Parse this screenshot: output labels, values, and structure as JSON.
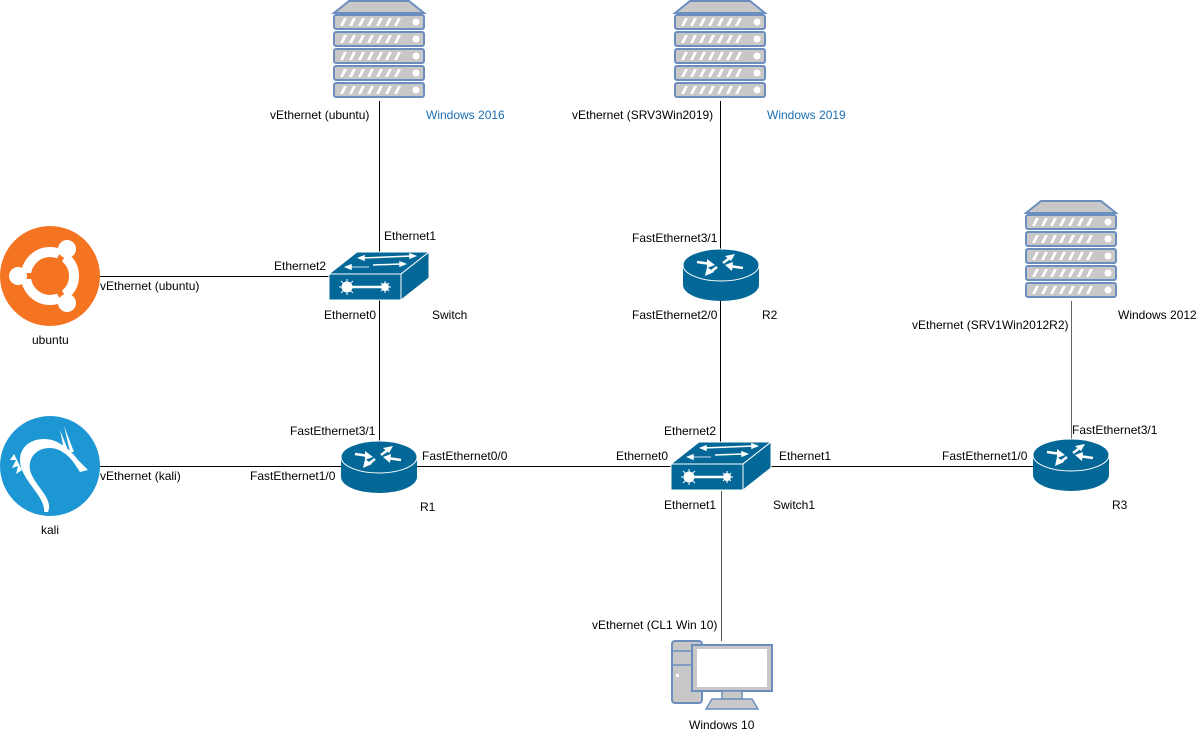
{
  "diagram": {
    "colors": {
      "device_blue": "#036897",
      "server_gray": "#c8c8c8",
      "server_stroke": "#6c8ebf",
      "ubuntu_orange": "#f47421",
      "kali_blue": "#1d96d4",
      "link": "#000000",
      "highlight_label": "#1a6fb5"
    },
    "nodes": {
      "win2016": {
        "name": "Windows 2016",
        "type": "server",
        "icon": "server-icon"
      },
      "win2019": {
        "name": "Windows 2019",
        "type": "server",
        "icon": "server-icon"
      },
      "win2012": {
        "name": "Windows 2012",
        "type": "server",
        "icon": "server-icon"
      },
      "ubuntu": {
        "name": "ubuntu",
        "type": "host",
        "icon": "ubuntu-logo-icon"
      },
      "kali": {
        "name": "kali",
        "type": "host",
        "icon": "kali-dragon-icon"
      },
      "switch": {
        "name": "Switch",
        "type": "switch",
        "icon": "switch-icon"
      },
      "switch1": {
        "name": "Switch1",
        "type": "switch",
        "icon": "switch-icon"
      },
      "r1": {
        "name": "R1",
        "type": "router",
        "icon": "router-icon"
      },
      "r2": {
        "name": "R2",
        "type": "router",
        "icon": "router-icon"
      },
      "r3": {
        "name": "R3",
        "type": "router",
        "icon": "router-icon"
      },
      "win10": {
        "name": "Windows 10",
        "type": "workstation",
        "icon": "pc-icon"
      }
    },
    "links": [
      {
        "from": "win2016",
        "from_port": "vEthernet (ubuntu)",
        "to": "switch",
        "to_port": "Ethernet1"
      },
      {
        "from": "ubuntu",
        "from_port": "vEthernet (ubuntu)",
        "to": "switch",
        "to_port": "Ethernet2"
      },
      {
        "from": "switch",
        "from_port": "Ethernet0",
        "to": "r1",
        "to_port": "FastEthernet3/1"
      },
      {
        "from": "kali",
        "from_port": "vEthernet (kali)",
        "to": "r1",
        "to_port": "FastEthernet1/0"
      },
      {
        "from": "r1",
        "from_port": "FastEthernet0/0",
        "to": "switch1",
        "to_port": "Ethernet0"
      },
      {
        "from": "win2019",
        "from_port": "vEthernet (SRV3Win2019)",
        "to": "r2",
        "to_port": "FastEthernet3/1"
      },
      {
        "from": "r2",
        "from_port": "FastEthernet2/0",
        "to": "switch1",
        "to_port": "Ethernet2"
      },
      {
        "from": "switch1",
        "from_port": "Ethernet1",
        "to": "r3",
        "to_port": "FastEthernet1/0"
      },
      {
        "from": "win2012",
        "from_port": "vEthernet (SRV1Win2012R2)",
        "to": "r3",
        "to_port": "FastEthernet3/1"
      },
      {
        "from": "switch1",
        "from_port": "Ethernet1",
        "to": "win10",
        "to_port": "vEthernet (CL1 Win 10)"
      }
    ]
  }
}
